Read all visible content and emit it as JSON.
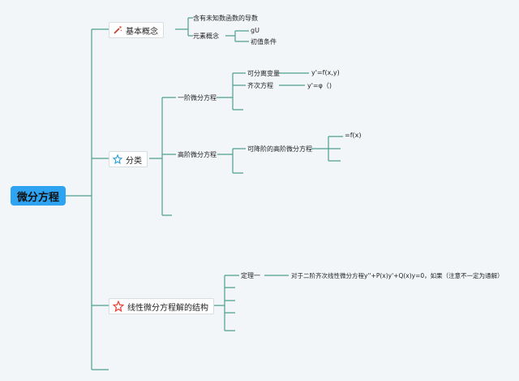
{
  "root": "微分方程",
  "branches": {
    "basic": {
      "label": "基本概念",
      "icon": "magic-wand-icon"
    },
    "classify": {
      "label": "分类",
      "icon": "star-icon"
    },
    "linear": {
      "label": "线性微分方程解的结构",
      "icon": "star-outline-icon"
    }
  },
  "basic_items": [
    "含有未知数函数的导数",
    "元素概念"
  ],
  "element_items": [
    "gU",
    "初值条件"
  ],
  "classify_items": [
    "一阶微分方程",
    "高阶微分方程"
  ],
  "first_order_items": [
    "可分离变量",
    "齐次方程"
  ],
  "first_order_formulas": [
    "y'=f(x,y)",
    "y'=φ（)"
  ],
  "high_order_items": [
    "可降阶的高阶微分方程"
  ],
  "high_order_formulas": [
    "=f(x)"
  ],
  "linear_items": [
    "定理一"
  ],
  "theorem_text": "对于二阶齐次线性微分方程y''+P(x)y'+Q(x)y=0，如果（注意不一定为通解）",
  "colors": {
    "root": "#2ea3f2",
    "line": "#4f9e8f",
    "star": "#2b9fd9",
    "star_outline": "#e8463b"
  }
}
